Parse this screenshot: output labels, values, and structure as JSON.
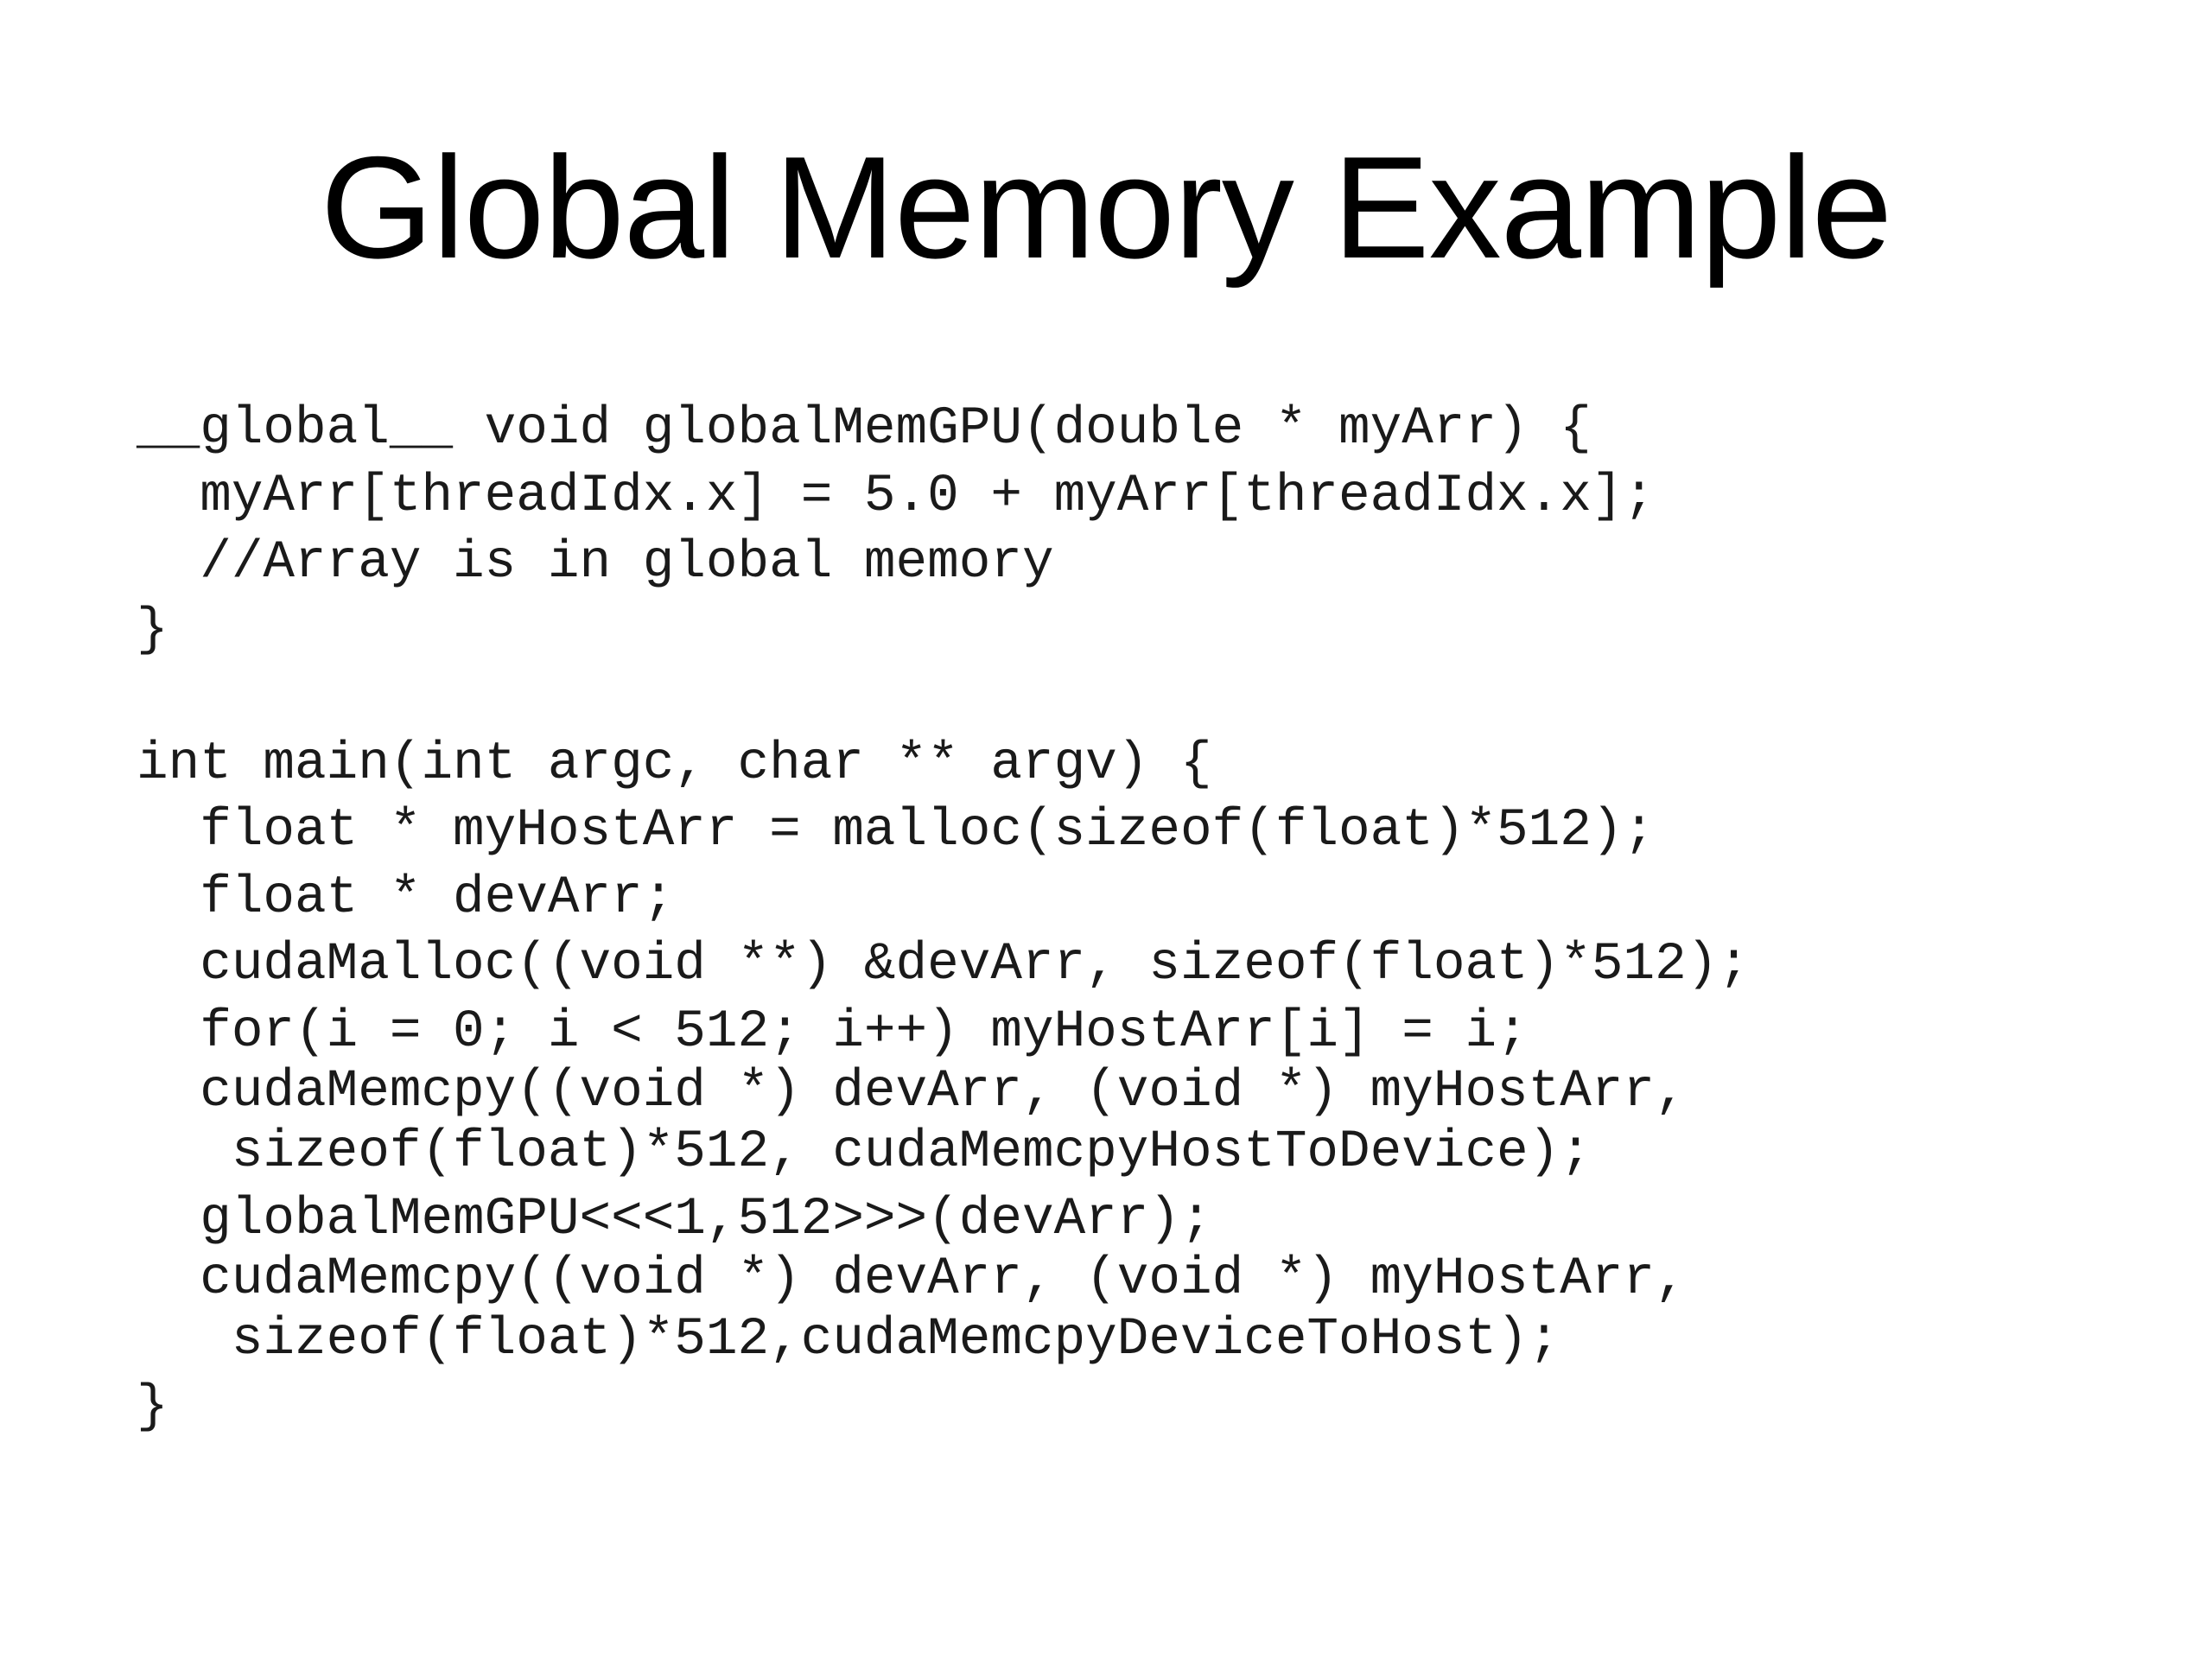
{
  "slide": {
    "title": "Global Memory Example",
    "code_lines": [
      "__global__ void globalMemGPU(double * myArr) {",
      "  myArr[threadIdx.x] = 5.0 + myArr[threadIdx.x];",
      "  //Array is in global memory",
      "}",
      "",
      "int main(int argc, char ** argv) {",
      "  float * myHostArr = malloc(sizeof(float)*512);",
      "  float * devArr;",
      "  cudaMalloc((void **) &devArr, sizeof(float)*512);",
      "  for(i = 0; i < 512; i++) myHostArr[i] = i;",
      "  cudaMemcpy((void *) devArr, (void *) myHostArr,",
      "   sizeof(float)*512, cudaMemcpyHostToDevice);",
      "  globalMemGPU<<<1,512>>>(devArr);",
      "  cudaMemcpy((void *) devArr, (void *) myHostArr,",
      "   sizeof(float)*512,cudaMemcpyDeviceToHost);",
      "}"
    ]
  }
}
